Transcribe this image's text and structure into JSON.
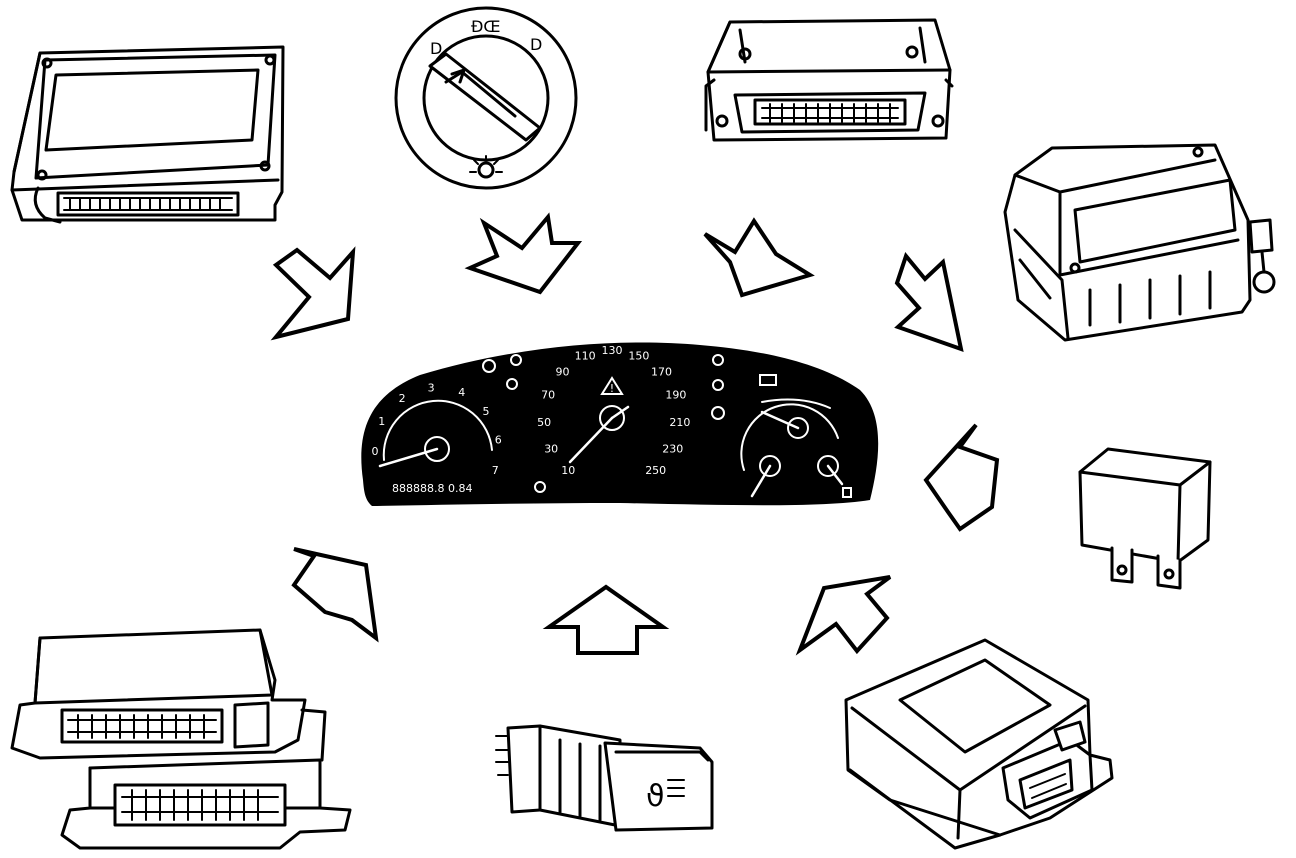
{
  "cluster": {
    "speed_marks": [
      "10",
      "30",
      "50",
      "70",
      "90",
      "110",
      "130",
      "150",
      "170",
      "190",
      "210",
      "230",
      "250"
    ],
    "tacho_marks": [
      "0",
      "1",
      "2",
      "3",
      "4",
      "5",
      "6",
      "7"
    ],
    "odometer": "888888.8 0.84"
  },
  "items": [
    "engine-control-unit",
    "headlight-switch",
    "control-module",
    "abs-control-module",
    "relay",
    "body-control-module",
    "fog-lamp-switch",
    "transmission-control-unit",
    "instrument-cluster"
  ],
  "colors": {
    "line": "#000000",
    "fill": "#ffffff",
    "cluster_face": "#000000",
    "cluster_print": "#ffffff"
  }
}
